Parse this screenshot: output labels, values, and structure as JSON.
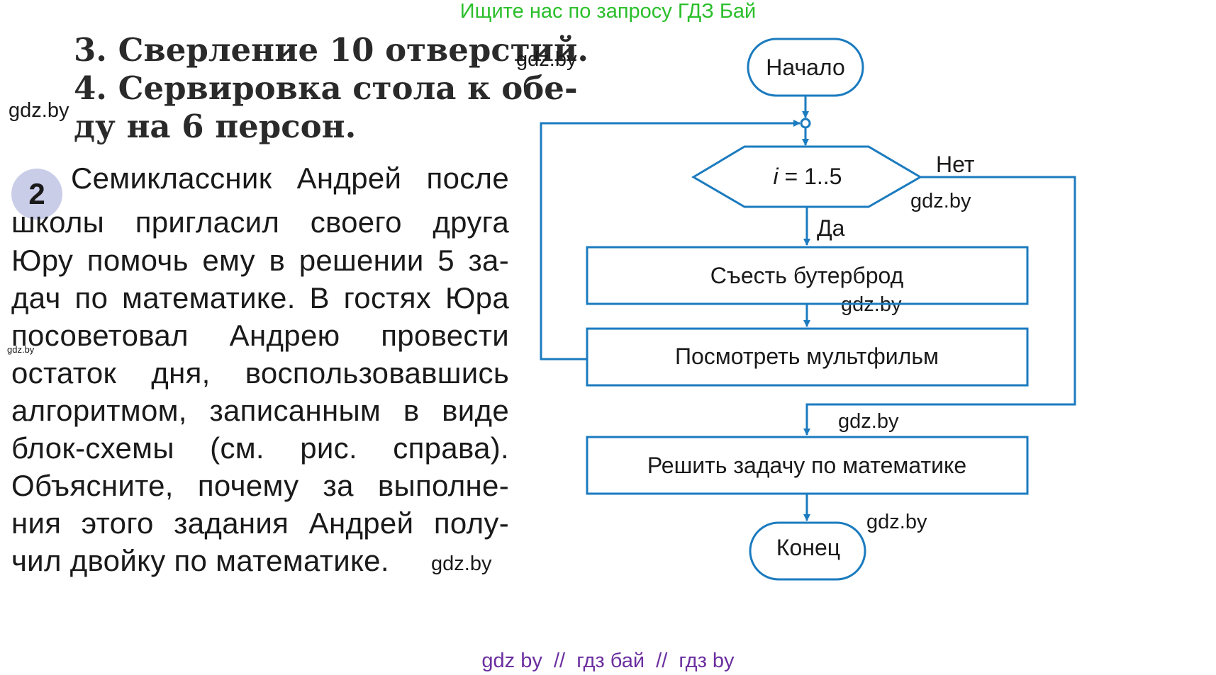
{
  "banner": "Ищите нас по запросу ГДЗ Бай",
  "items": {
    "item3": "3. Сверление 10 отверстий.",
    "item4_a": "4. Сервировка стола к обе-",
    "item4_b": "ду на 6 персон."
  },
  "task": {
    "number": "2",
    "lines": [
      "Семиклассник Андрей после",
      "школы пригласил своего друга",
      "Юру помочь ему в решении 5 за-",
      "дач по математике. В гостях Юра",
      "посоветовал Андрею провести",
      "остаток дня, воспользовавшись",
      "алгоритмом, записанным в виде",
      "блок-схемы (см. рис. справа).",
      "Объясните, почему за выполне-",
      "ния этого задания Андрей полу-",
      "чил двойку по математике."
    ]
  },
  "watermark": "gdz.by",
  "flowchart": {
    "start": "Начало",
    "loop_var": "i",
    "loop_range": " = 1..5",
    "no_label": "Нет",
    "yes_label": "Да",
    "step1": "Съесть бутерброд",
    "step2": "Посмотреть мультфильм",
    "step3": "Решить задачу по математике",
    "end": "Конец",
    "line_color": "#1b7bbf"
  },
  "footer": {
    "nav": "gdz by  //  гдз бай  //  гдз by"
  }
}
